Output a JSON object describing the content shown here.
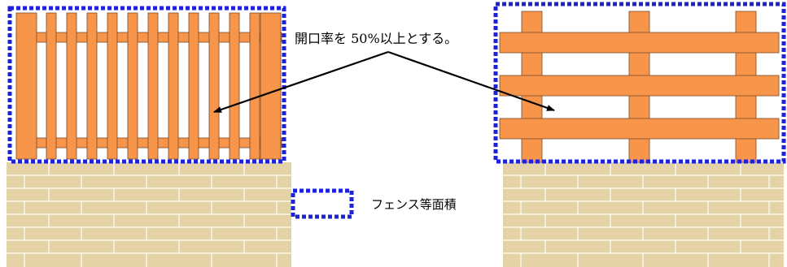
{
  "annotation": {
    "text": "開口率を 50%以上とする。"
  },
  "legend": {
    "label": "フェンス等面積",
    "swatch": "blue-dotted-rectangle"
  },
  "colors": {
    "wood": "#F7954A",
    "wood_stroke": "#7A4A28",
    "brick": "#E3D3A7",
    "brick_line": "#FFFFFF",
    "outline": "#1E22D8",
    "arrow": "#000000"
  },
  "fences": [
    {
      "id": "left",
      "type": "vertical-pickets",
      "picket_count": 13,
      "rail_count": 2
    },
    {
      "id": "right",
      "type": "horizontal-boards",
      "post_count": 3,
      "board_count": 3
    }
  ]
}
